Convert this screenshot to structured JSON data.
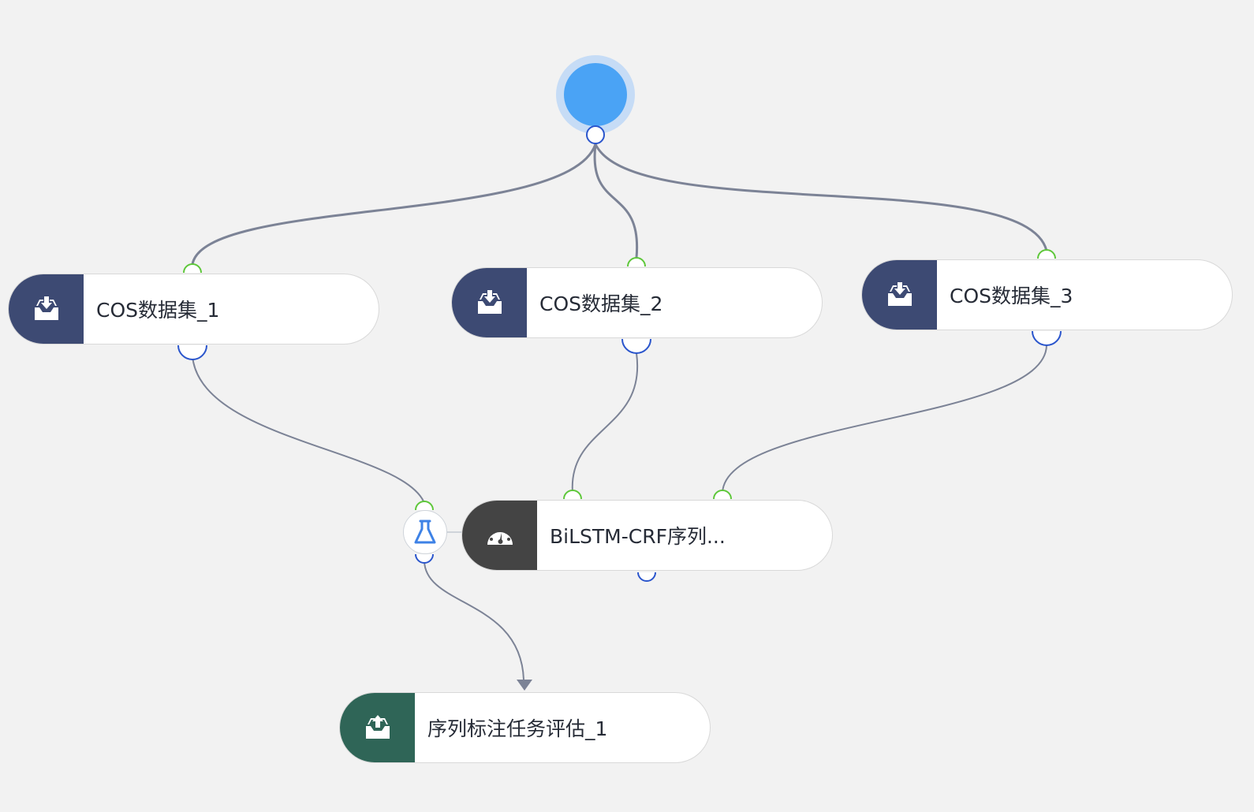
{
  "diagram": {
    "nodes": {
      "dataset_1": {
        "label": "COS数据集_1",
        "icon": "inbox-download-icon",
        "color": "#3d4a73"
      },
      "dataset_2": {
        "label": "COS数据集_2",
        "icon": "inbox-download-icon",
        "color": "#3d4a73"
      },
      "dataset_3": {
        "label": "COS数据集_3",
        "icon": "inbox-download-icon",
        "color": "#3d4a73"
      },
      "model": {
        "label": "BiLSTM-CRF序列...",
        "icon": "dashboard-gauge-icon",
        "color": "#444444"
      },
      "split": {
        "icon": "flask-icon",
        "color": "#3e82e6"
      },
      "evaluation": {
        "label": "序列标注任务评估_1",
        "icon": "inbox-upload-icon",
        "color": "#2f6557"
      }
    },
    "start": {
      "color": "#4aa3f5",
      "halo": "#c6dcf6"
    },
    "edge_color": "#7c8396",
    "port_out_color": "#2a55cc",
    "port_in_color": "#5ec73a"
  }
}
